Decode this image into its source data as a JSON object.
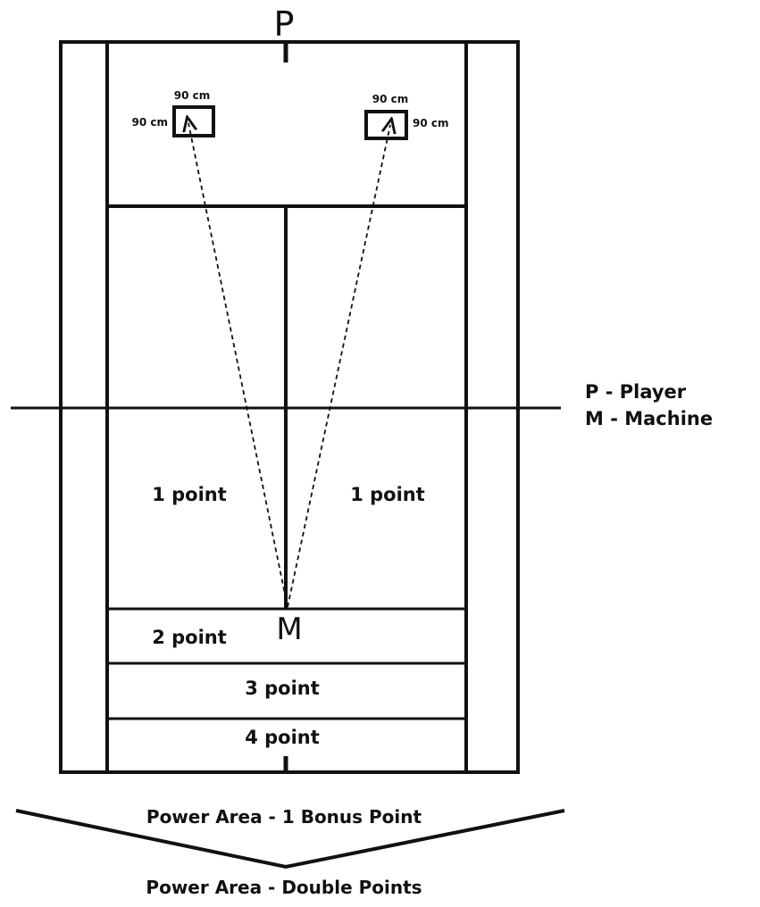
{
  "diagram": {
    "colors": {
      "ink": "#111111",
      "background": "#ffffff"
    },
    "player_marker": "P",
    "machine_marker": "M",
    "legend": {
      "player": "P - Player",
      "machine": "M - Machine"
    },
    "targets": {
      "left": {
        "width_label": "90 cm",
        "height_label": "90 cm"
      },
      "right": {
        "width_label": "90 cm",
        "height_label": "90 cm"
      }
    },
    "zones": {
      "left_1": "1 point",
      "right_1": "1 point",
      "zone_2": "2 point",
      "zone_3": "3 point",
      "zone_4": "4 point"
    },
    "power_area": {
      "bonus": "Power Area - 1 Bonus Point",
      "double": "Power Area - Double Points"
    }
  }
}
